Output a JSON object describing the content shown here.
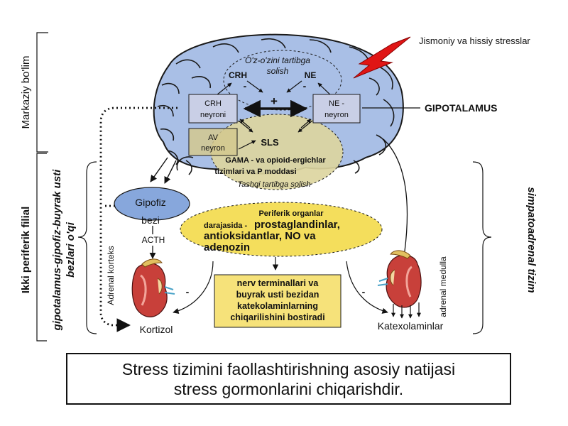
{
  "labels": {
    "stress_source": "Jismoniy va hissiy stresslar",
    "hypothalamus": "GIPOTALAMUS",
    "self_regulation_1": "O'z-o'zini tartibga",
    "self_regulation_2": "solish",
    "crh": "CRH",
    "ne": "NE",
    "minus_crh": "-",
    "minus_ne": "-",
    "plus": "+",
    "crh_neuron_1": "CRH",
    "crh_neuron_2": "neyroni",
    "ne_neuron_1": "NE -",
    "ne_neuron_2": "neyron",
    "av_neuron_1": "AV",
    "av_neuron_2": "neyron",
    "sls": "SLS",
    "gaba_1": "GAMA - va opioid-ergichlar",
    "gaba_2": "tizimlari va P moddasi",
    "external_regulation": "Tashqi tartibga solish",
    "pituitary_1": "Gipofiz",
    "pituitary_2": "bezi",
    "acth": "ACTH",
    "peripheral_1": "Periferik organlar",
    "peripheral_2a": "darajasida -",
    "peripheral_2b": "prostaglandinlar,",
    "peripheral_3": "antioksidantlar, NO va",
    "peripheral_4": "adenozin",
    "inhibit_1": "nerv terminallari va",
    "inhibit_2": "buyrak usti bezidan",
    "inhibit_3": "katekolaminlarning",
    "inhibit_4": "chiqarilishini bostiradi",
    "minus_left": "-",
    "minus_right": "-",
    "adrenal_cortex": "Adrenal korteks",
    "adrenal_medulla": "adrenal medulla",
    "cortisol": "Kortizol",
    "catecholamines": "Katexolaminlar",
    "central_part": "Markaziy bo'lim",
    "two_branches": "Ikki periferik filial",
    "hpa_axis_1": "gipotalamus-gipofiz-buyrak usti",
    "hpa_axis_2": "bezlari o'qi",
    "sympathoadrenal": "simpatoadrenal tizim"
  },
  "caption": {
    "line1": "Stress tizimini faollashtirishning asosiy natijasi",
    "line2": "stress gormonlarini chiqarishdir."
  },
  "colors": {
    "brain_fill": "#a9bfe6",
    "brain_stroke": "#1a1a1a",
    "gland_fill": "#87a7dc",
    "peripheral_fill": "#f4de5c",
    "inhibit_fill": "#f6e27a",
    "sls_fill": "#dcd5a0",
    "neuron_box_fill": "#c9cfe6",
    "lightning_red": "#e01515",
    "kidney_red": "#c8403a"
  }
}
